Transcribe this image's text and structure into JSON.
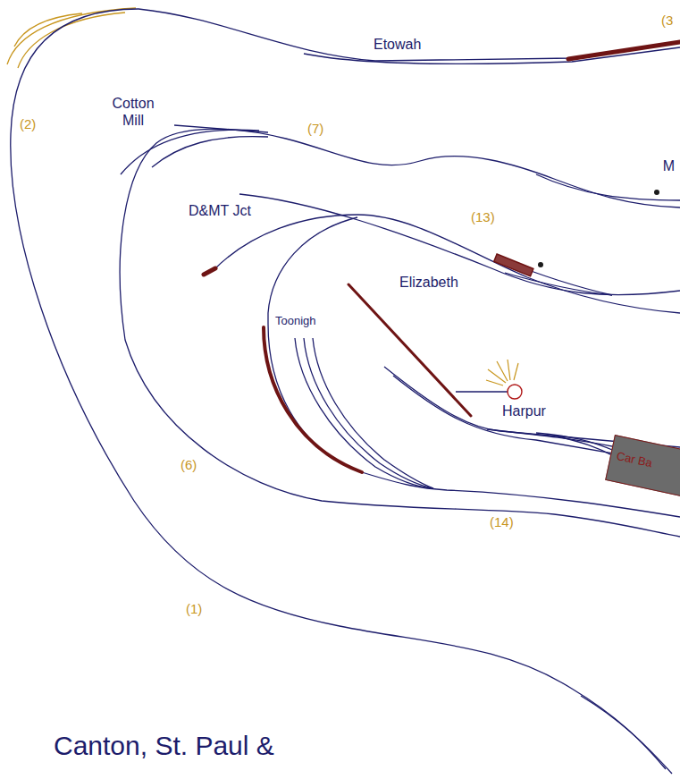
{
  "diagram": {
    "title": "Canton, St. Paul &",
    "nodes": [
      {
        "text": [
          "Car Ba"
        ]
      }
    ],
    "labels": [
      "Etowah",
      "(3",
      "Cotton Mill",
      "(7)",
      "M",
      "D&MT Jct",
      "(13)",
      "Elizabeth",
      "Toonigh",
      "Harpur",
      "(2)",
      "(6)",
      "(14)",
      "(1)"
    ]
  }
}
